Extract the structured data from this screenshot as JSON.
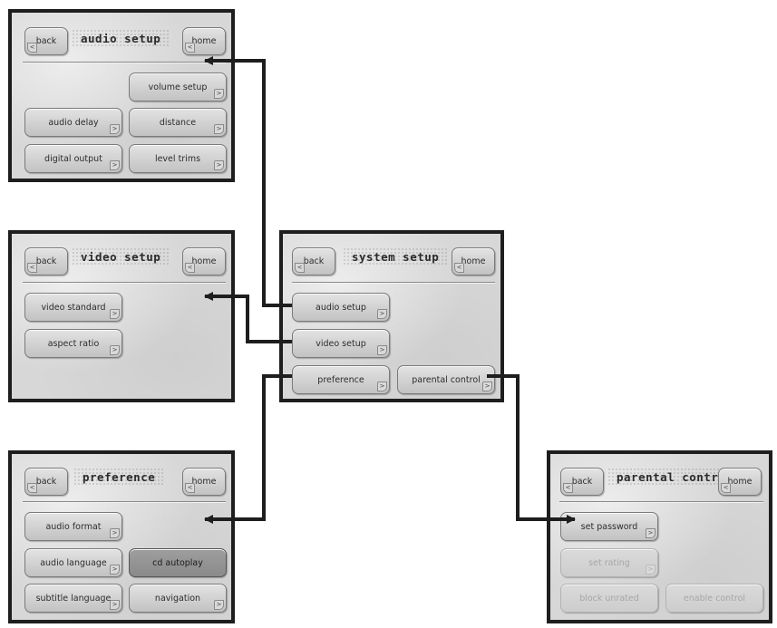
{
  "common": {
    "back": "back",
    "home": "home",
    "next_glyph": ">",
    "prev_glyph": "<"
  },
  "panels": {
    "audio_setup": {
      "title": "audio setup",
      "buttons": [
        "volume setup",
        "audio delay",
        "distance",
        "digital output",
        "level trims"
      ]
    },
    "video_setup": {
      "title": "video setup",
      "buttons": [
        "video standard",
        "aspect ratio"
      ]
    },
    "system_setup": {
      "title": "system setup",
      "buttons": [
        "audio setup",
        "video setup",
        "preference",
        "parental control"
      ]
    },
    "preference": {
      "title": "preference",
      "buttons": [
        "audio format",
        "audio language",
        "cd autoplay",
        "subtitle language",
        "navigation"
      ]
    },
    "parental_control": {
      "title": "parental control",
      "buttons": [
        "set password",
        "set rating",
        "block unrated",
        "enable control"
      ]
    }
  },
  "colors": {
    "frame": "#1e1e1e",
    "panel_bg": "#d7d7d7",
    "selected_button": "#939393",
    "disabled_text": "#a6a6a6"
  }
}
